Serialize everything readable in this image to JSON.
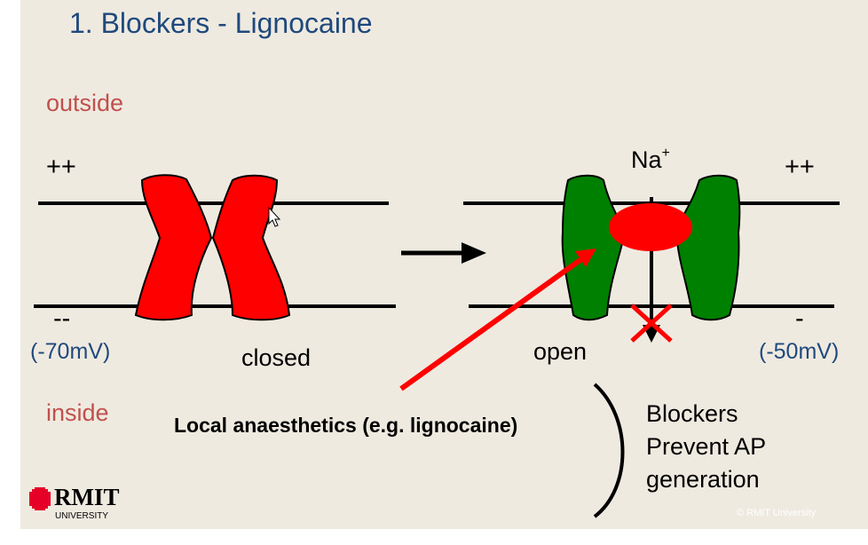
{
  "title": "1.  Blockers - Lignocaine",
  "labels": {
    "outside": "outside",
    "inside": "inside",
    "charge_outside_left": "++",
    "charge_outside_right": "++",
    "charge_inside_left": "--",
    "charge_inside_right": "-",
    "voltage_left": "(-70mV)",
    "voltage_right": "(-50mV)",
    "state_closed": "closed",
    "state_open": "open",
    "ion": "Na",
    "ion_charge": "+",
    "drug": "Local anaesthetics (e.g. lignocaine)",
    "effect_line1": "Blockers",
    "effect_line2": "Prevent AP",
    "effect_line3": "generation"
  },
  "logo": {
    "word": "RMIT",
    "sub": "UNIVERSITY"
  },
  "copyright": "© RMIT University",
  "colors": {
    "title": "#1f497d",
    "region_label": "#c0504d",
    "voltage": "#1f497d",
    "closed_channel": "#ff0000",
    "open_channel": "#008000",
    "blocker": "#ff0000",
    "background": "#efeae0"
  }
}
